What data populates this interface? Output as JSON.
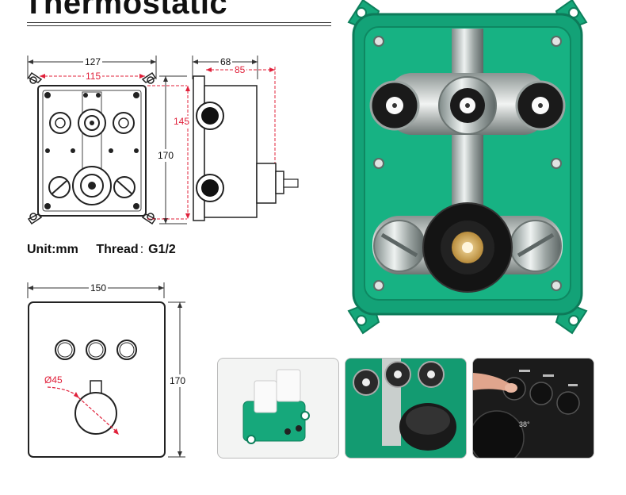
{
  "title": "Thermostatic",
  "top_drawing": {
    "width_outer": "127",
    "width_inner": "115",
    "depth_outer": "68",
    "depth_inner": "85",
    "height_inner": "145",
    "height_outer": "170"
  },
  "unit_label": "Unit:mm",
  "thread_label": "Thread",
  "thread_sep": ":",
  "thread_value": "G1/2",
  "panel_drawing": {
    "width": "150",
    "height": "170",
    "knob_diameter": "Ø45"
  },
  "panel_display": {
    "temperature": "38°"
  },
  "colors": {
    "box_green": "#15a77a",
    "box_green_dark": "#0c7f5b",
    "dim_red": "#e0203a",
    "panel_black": "#1a1a1a"
  }
}
